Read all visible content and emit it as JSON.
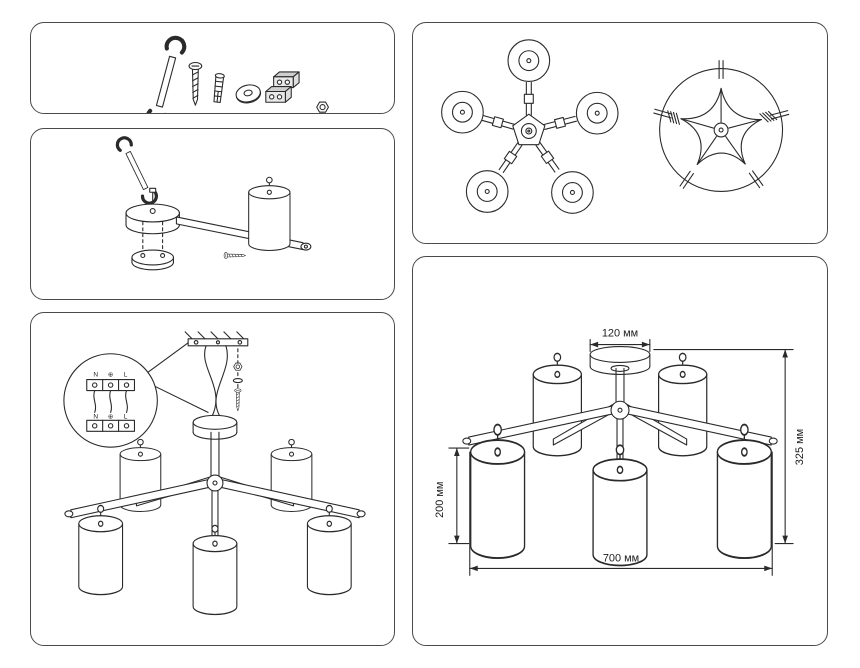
{
  "sheet": {
    "kind": "assembly-instruction-sheet",
    "background_color": "#ffffff",
    "line_color": "#2a2a2a"
  },
  "icons": [
    "wrench-icon",
    "screw-icon",
    "wall-plug-icon",
    "washer-icon",
    "terminal-block-icon",
    "hex-nut-icon"
  ],
  "wiring": {
    "top": [
      "N",
      "⊕",
      "L"
    ],
    "bottom": [
      "N",
      "⊕",
      "L"
    ]
  },
  "dimensions": {
    "canopy_width": "120 мм",
    "total_height": "325 мм",
    "shade_height": "200 мм",
    "total_width": "700 мм"
  }
}
